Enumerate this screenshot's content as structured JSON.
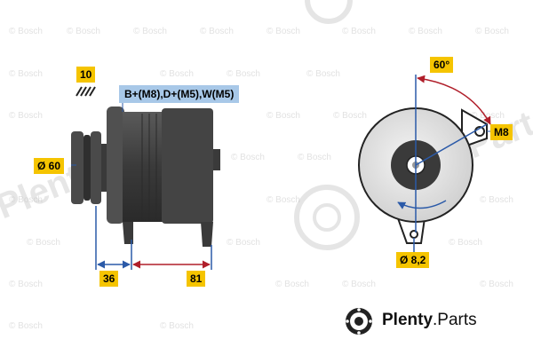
{
  "watermark": {
    "brand_text": "© Bosch",
    "site_text": "Plenty.Parts"
  },
  "labels": {
    "item_number": "10",
    "terminals": "B+(M8),D+(M5),W(M5)",
    "pulley_diameter": "Ø 60",
    "dim_left": "36",
    "dim_right": "81",
    "angle": "60°",
    "mount_bolt": "M8",
    "hole_diameter": "Ø 8,2"
  },
  "branding": {
    "name_bold": "Plenty",
    "name_rest": ".Parts"
  },
  "colors": {
    "tag_yellow": "#f5c400",
    "tag_blue": "#a8c8e8",
    "dimension_blue": "#2b5aa8",
    "arrow_red": "#b01e2a",
    "body_dark": "#3a3a3a"
  },
  "icons": {
    "hatch": "hatch-pattern-icon",
    "logo": "brake-disc-logo-icon"
  }
}
